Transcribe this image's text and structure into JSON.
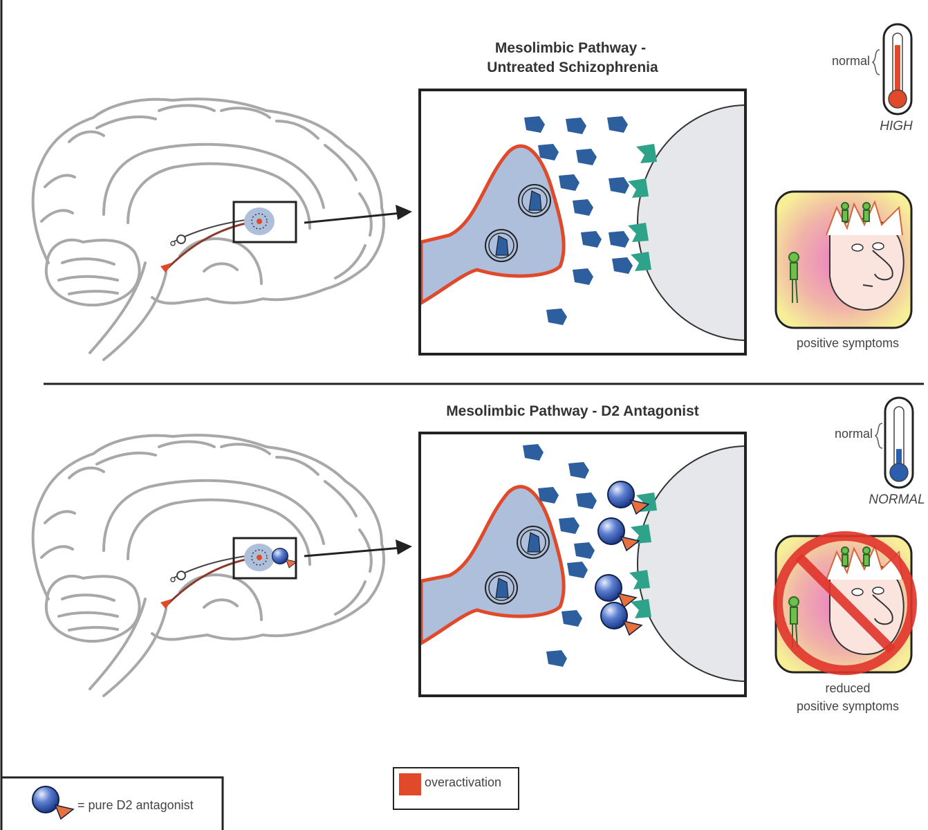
{
  "top_panel": {
    "title_line1": "Mesolimbic Pathway -",
    "title_line2": "Untreated Schizophrenia",
    "thermometer_normal_label": "normal",
    "thermometer_level_label": "HIGH",
    "symptom_caption": "positive symptoms"
  },
  "bottom_panel": {
    "title": "Mesolimbic Pathway - D2 Antagonist",
    "thermometer_normal_label": "normal",
    "thermometer_level_label": "NORMAL",
    "symptom_caption_line1": "reduced",
    "symptom_caption_line2": "positive symptoms"
  },
  "legend": {
    "antagonist_label": "= pure D2 antagonist",
    "overactivation_label": "overactivation"
  },
  "colors": {
    "overactivation": "#e04a2a",
    "dopamine": "#2d5f9e",
    "receptor": "#2fa38a",
    "neuron_fill": "#aebfdc",
    "postsynaptic_fill": "#e6e7ea",
    "brain_outline": "#a8a8a8",
    "therm_high": "#e04a2a",
    "therm_normal": "#2b5fae"
  },
  "thermometers": {
    "top_level": 0.85,
    "bottom_level": 0.35
  }
}
